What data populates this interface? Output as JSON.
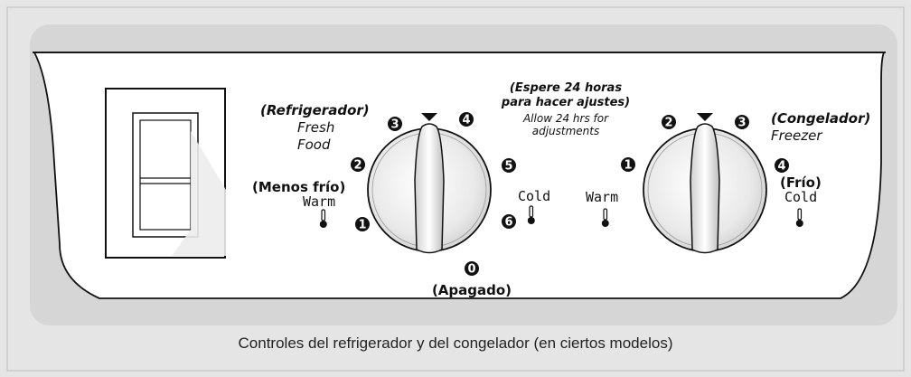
{
  "refrigerator": {
    "label_es": "(Refrigerador)",
    "label_en_1": "Fresh",
    "label_en_2": "Food",
    "warm_es": "(Menos frío)",
    "warm_en": "Warm",
    "cold_en": "Cold",
    "off_num": "0",
    "off_label": "(Apagado)",
    "dial_numbers": [
      "1",
      "2",
      "3",
      "4",
      "5",
      "6"
    ]
  },
  "note": {
    "es_1": "(Espere 24 horas",
    "es_2": "para hacer ajustes)",
    "en_1": "Allow 24 hrs for",
    "en_2": "adjustments"
  },
  "freezer": {
    "label_es": "(Congelador)",
    "label_en": "Freezer",
    "warm_en": "Warm",
    "cold_es": "(Frío)",
    "cold_en": "Cold",
    "dial_numbers": [
      "1",
      "2",
      "3",
      "4"
    ]
  },
  "caption": "Controles del refrigerador y del congelador (en ciertos modelos)"
}
